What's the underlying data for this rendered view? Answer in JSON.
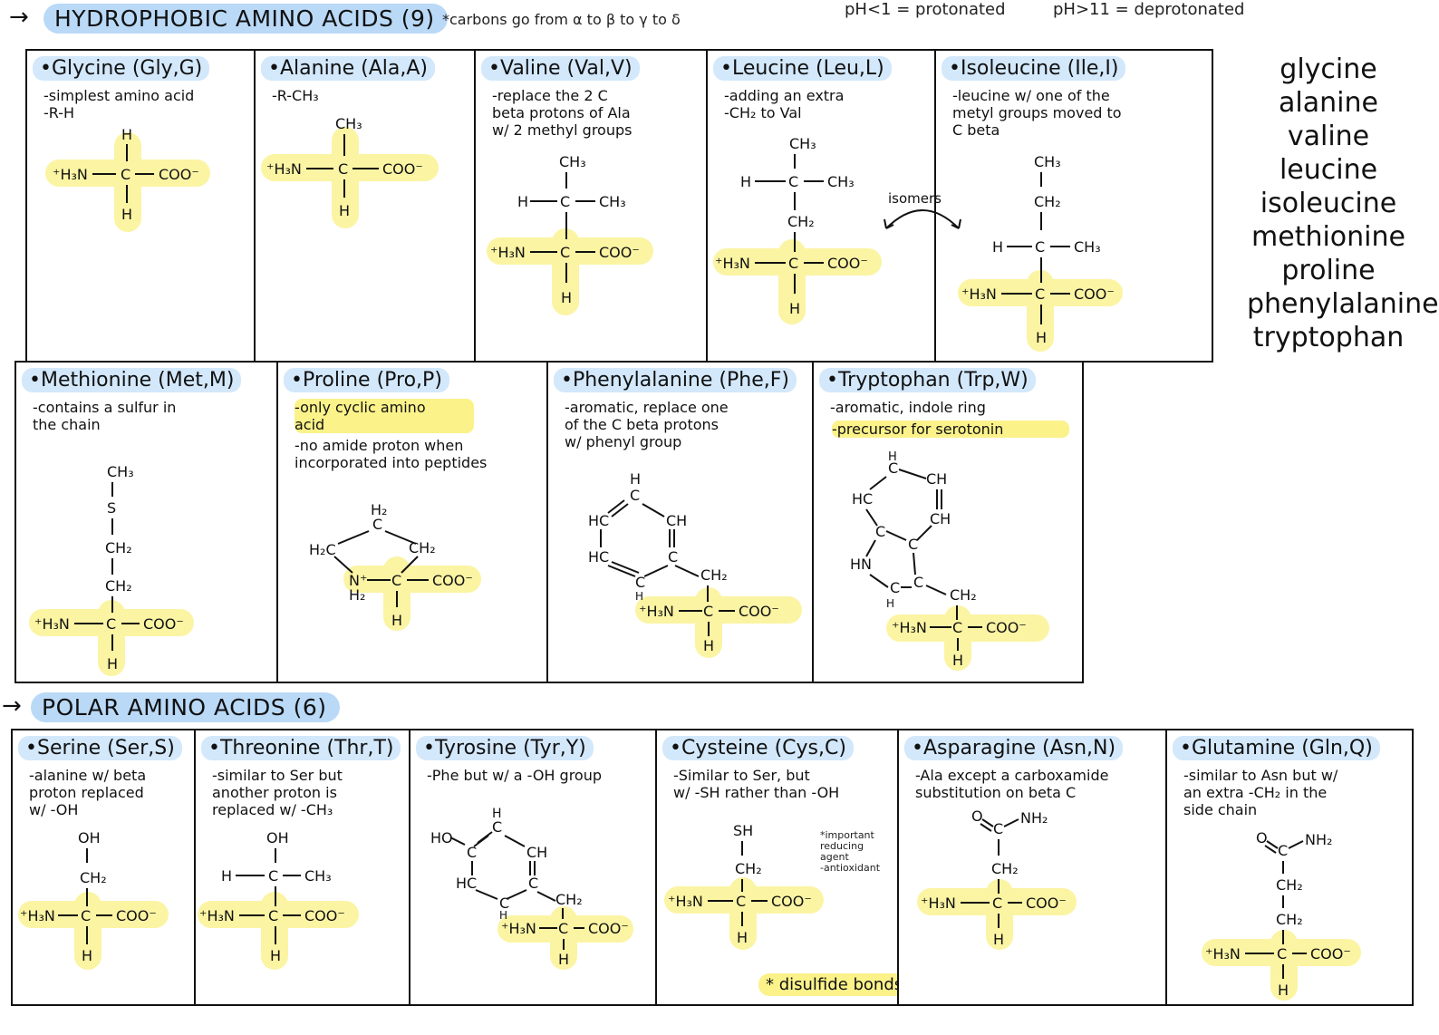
{
  "top": {
    "section1_header": "HYDROPHOBIC AMINO ACIDS (9)",
    "carbon_note": "*carbons go from",
    "carbon_seq": "α to β to γ to δ",
    "ph_low": "pH<1 = protonated",
    "ph_high": "pH>11 = deprotonated"
  },
  "section2_header": "POLAR AMINO ACIDS (6)",
  "side_list": [
    "glycine",
    "alanine",
    "valine",
    "leucine",
    "isoleucine",
    "methionine",
    "proline",
    "phenylalanine",
    "tryptophan"
  ],
  "isomers_label": "isomers",
  "hydrophobic_row1": [
    {
      "title": "•Glycine (Gly,G)",
      "desc": "-simplest amino acid\n-R-H"
    },
    {
      "title": "•Alanine (Ala,A)",
      "desc": "-R-CH₃"
    },
    {
      "title": "•Valine (Val,V)",
      "desc": "-replace the 2 C\nbeta protons of Ala\nw/ 2 methyl groups"
    },
    {
      "title": "•Leucine (Leu,L)",
      "desc": "-adding an extra\n-CH₂ to Val"
    },
    {
      "title": "•Isoleucine (Ile,I)",
      "desc": "-leucine w/ one of the\nmetyl groups moved to\nC beta"
    }
  ],
  "hydrophobic_row2": [
    {
      "title": "•Methionine (Met,M)",
      "desc": "-contains a sulfur in\nthe chain"
    },
    {
      "title": "•Proline (Pro,P)",
      "desc_hl": "-only cyclic amino\nacid",
      "desc": "-no amide proton when\nincorporated into peptides"
    },
    {
      "title": "•Phenylalanine (Phe,F)",
      "desc": "-aromatic, replace one\nof the C beta protons\nw/ phenyl group"
    },
    {
      "title": "•Tryptophan (Trp,W)",
      "desc": "-aromatic, indole ring",
      "desc_hl": "-precursor for serotonin"
    }
  ],
  "polar_row": [
    {
      "title": "•Serine (Ser,S)",
      "desc": "-alanine w/ beta\nproton replaced\nw/ -OH"
    },
    {
      "title": "•Threonine (Thr,T)",
      "desc": "-similar to Ser but\nanother proton is\nreplaced w/ -CH₃"
    },
    {
      "title": "•Tyrosine (Tyr,Y)",
      "desc": "-Phe but w/ a -OH group"
    },
    {
      "title": "•Cysteine (Cys,C)",
      "desc": "-Similar to Ser, but\nw/ -SH rather than -OH",
      "note": "*important\nreducing\nagent\n-antioxidant",
      "badge": "* disulfide bonds"
    },
    {
      "title": "•Asparagine (Asn,N)",
      "desc": "-Ala except a carboxamide\nsubstitution on beta C"
    },
    {
      "title": "•Glutamine (Gln,Q)",
      "desc": "-similar to Asn but w/\nan extra -CH₂ in the\nside chain"
    }
  ],
  "chem": {
    "h": "H",
    "c": "C",
    "n": "N",
    "s": "S",
    "nh3": "⁺H₃N",
    "coo": "COO⁻",
    "ch3": "CH₃",
    "ch2": "CH₂",
    "oh": "OH",
    "sh": "SH",
    "nh2": "NH₂",
    "o": "O",
    "hc": "HC",
    "ch": "CH",
    "hn": "HN",
    "ho": "HO",
    "h2": "H₂",
    "h2c": "H₂C",
    "n_plus": "N⁺"
  }
}
